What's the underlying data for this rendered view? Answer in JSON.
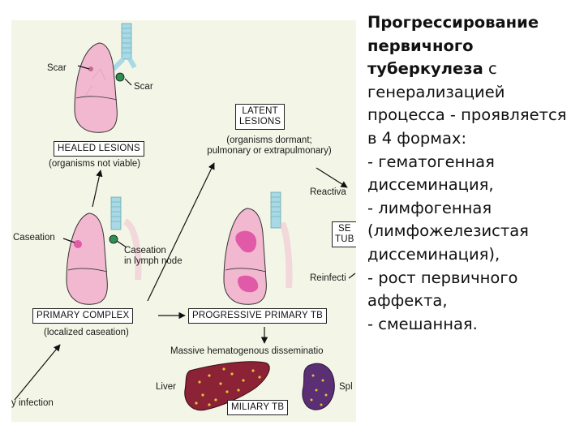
{
  "diagram": {
    "labels": {
      "scar_left": "Scar",
      "scar_right": "Scar",
      "healed_lesions": "HEALED LESIONS",
      "healed_sub": "(organisms not viable)",
      "latent_lesions_1": "LATENT",
      "latent_lesions_2": "LESIONS",
      "latent_sub_1": "(organisms dormant;",
      "latent_sub_2": "pulmonary or extrapulmonary)",
      "reactivation": "Reactiva",
      "se": "SE",
      "tub": "TUB",
      "reinfection": "Reinfecti",
      "caseation": "Caseation",
      "caseation_ln_1": "Caseation",
      "caseation_ln_2": "in lymph node",
      "primary_complex": "PRIMARY COMPLEX",
      "localized": "(localized caseation)",
      "progressive_primary": "PROGRESSIVE PRIMARY TB",
      "massive": "Massive hematogenous disseminatio",
      "liver": "Liver",
      "spleen": "Spl",
      "infection": "y infection",
      "miliary": "MILIARY TB"
    }
  },
  "text": {
    "bold_line": "Прогрессирование первичного туберкулеза",
    "rest": " с генерализацией процесса - проявляется в 4 формах:",
    "items": [
      "- гематогенная диссеминация,",
      "- лимфогенная (лимфожелезистая диссеминация),",
      "- рост первичного аффекта,",
      "- смешанная."
    ]
  },
  "colors": {
    "background": "#f3f6e7",
    "lung": "#f2b8cf",
    "caseation": "#e15aa8",
    "trachea": "#a9d9e6",
    "liver": "#8b2236",
    "spleen": "#5a2f73",
    "lymph_node": "#2f8f55"
  }
}
